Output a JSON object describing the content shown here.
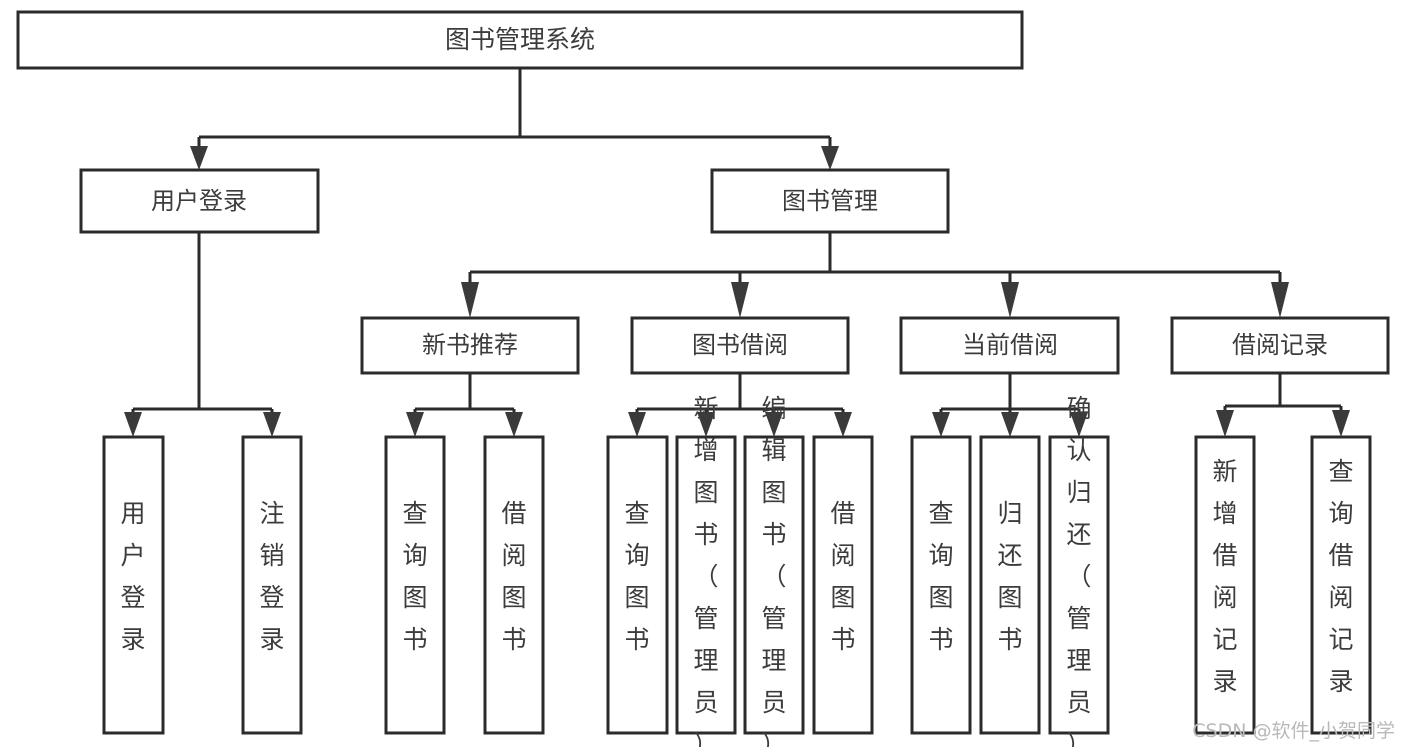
{
  "title": "图书管理系统",
  "watermark": "CSDN @软件_小贺同学",
  "nodes": {
    "root": {
      "label": "图书管理系统"
    },
    "level2": [
      {
        "label": "用户登录"
      },
      {
        "label": "图书管理"
      }
    ],
    "level3": [
      {
        "label": "新书推荐"
      },
      {
        "label": "图书借阅"
      },
      {
        "label": "当前借阅"
      },
      {
        "label": "借阅记录"
      }
    ],
    "leaves": {
      "user_login": [
        {
          "label": "用户登录"
        },
        {
          "label": "注销登录"
        }
      ],
      "new_book_recommend": [
        {
          "label": "查询图书"
        },
        {
          "label": "借阅图书"
        }
      ],
      "book_borrow": [
        {
          "label": "查询图书"
        },
        {
          "label": "新增图书（管理员）"
        },
        {
          "label": "编辑图书（管理员）"
        },
        {
          "label": "借阅图书"
        }
      ],
      "current_borrow": [
        {
          "label": "查询图书"
        },
        {
          "label": "归还图书"
        },
        {
          "label": "确认归还（管理员）"
        }
      ],
      "borrow_record": [
        {
          "label": "新增借阅记录"
        },
        {
          "label": "查询借阅记录"
        }
      ]
    }
  },
  "colors": {
    "stroke": "#2b2b2b",
    "text": "#3c3c3c",
    "background": "#ffffff",
    "watermark": "#b9b9b9"
  }
}
